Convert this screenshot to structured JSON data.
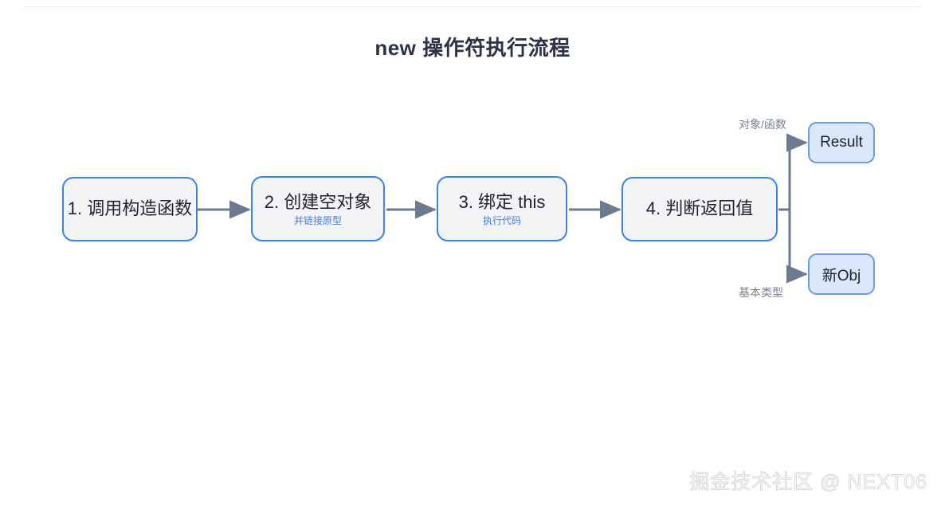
{
  "diagram": {
    "title": "new 操作符执行流程",
    "type": "flowchart",
    "steps": [
      {
        "label": "1. 调用构造函数",
        "sub": ""
      },
      {
        "label": "2. 创建空对象",
        "sub": "并链接原型"
      },
      {
        "label": "3. 绑定 this",
        "sub": "执行代码"
      },
      {
        "label": "4. 判断返回值",
        "sub": ""
      }
    ],
    "outcomes": [
      {
        "label": "Result",
        "condition": "对象/函数"
      },
      {
        "label": "新Obj",
        "condition": "基本类型"
      }
    ],
    "colors": {
      "step_fill": "#f2f3f5",
      "step_border": "#3b82ea",
      "terminal_fill": "#dbe7fb",
      "terminal_border": "#6f9ce0",
      "connector": "#6b7a8f",
      "title_text": "#2b3245",
      "sub_text": "#3f7fe0",
      "branch_label_text": "#7a8290"
    }
  },
  "watermark": {
    "text": "掘金技术社区 @ NEXT06"
  }
}
